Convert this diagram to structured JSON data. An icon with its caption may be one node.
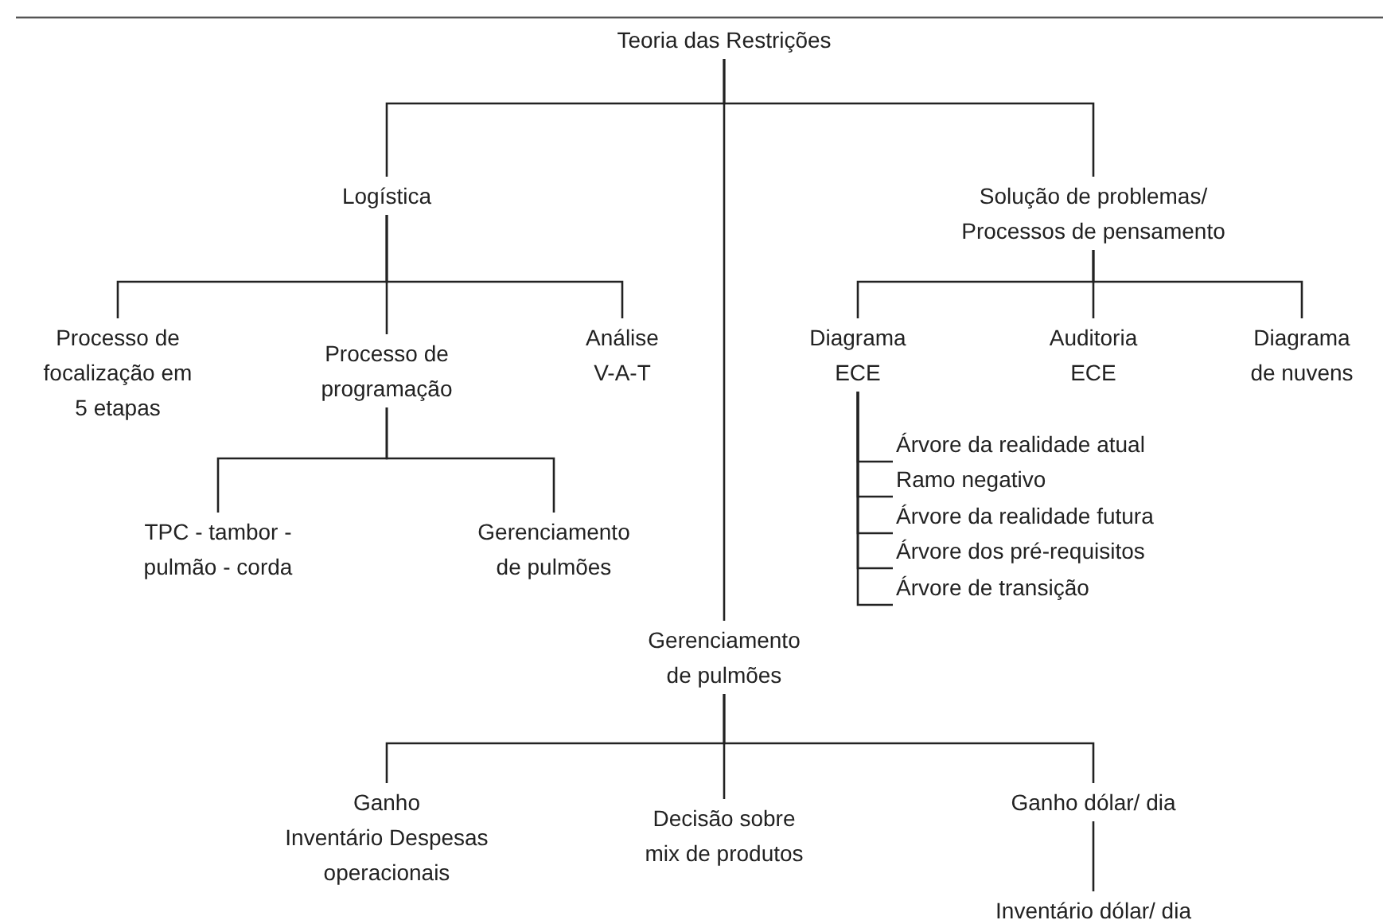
{
  "diagram": {
    "nodes": [
      {
        "text": [
          "Teoria das Restrições"
        ]
      },
      {
        "text": [
          "Logística"
        ]
      },
      {
        "text": [
          "Solução de problemas/ Processos de pensamento"
        ]
      },
      {
        "text": [
          "Processo de focalização em 5 etapas"
        ]
      },
      {
        "text": [
          "Processo de programação"
        ]
      },
      {
        "text": [
          "Análise V-A-T"
        ]
      },
      {
        "text": [
          "TPC - tambor - pulmão - corda"
        ]
      },
      {
        "text": [
          "Gerenciamento de pulmões"
        ]
      },
      {
        "text": [
          "Diagrama ECE"
        ]
      },
      {
        "text": [
          "Auditoria ECE"
        ]
      },
      {
        "text": [
          "Diagrama de nuvens"
        ]
      },
      {
        "text": [
          "Árvore da realidade atual"
        ]
      },
      {
        "text": [
          "Ramo negativo"
        ]
      },
      {
        "text": [
          "Árvore da realidade futura"
        ]
      },
      {
        "text": [
          "Árvore dos pré-requisitos"
        ]
      },
      {
        "text": [
          "Árvore de transição"
        ]
      },
      {
        "text": [
          "Gerenciamento de pulmões"
        ]
      },
      {
        "text": [
          "Ganho",
          "Inventário Despesas operacionais"
        ]
      },
      {
        "text": [
          "Decisão sobre mix de produtos"
        ]
      },
      {
        "text": [
          "Ganho dólar/ dia"
        ]
      },
      {
        "text": [
          "Inventário dólar/ dia"
        ]
      }
    ],
    "edges": [
      {
        "from": 0,
        "to": 1,
        "arrow": "none"
      },
      {
        "from": 0,
        "to": 2,
        "arrow": "none"
      },
      {
        "from": 0,
        "to": 16,
        "arrow": "none"
      },
      {
        "from": 1,
        "to": 3,
        "arrow": "none"
      },
      {
        "from": 1,
        "to": 4,
        "arrow": "none"
      },
      {
        "from": 1,
        "to": 5,
        "arrow": "none"
      },
      {
        "from": 4,
        "to": 6,
        "arrow": "none"
      },
      {
        "from": 4,
        "to": 7,
        "arrow": "none"
      },
      {
        "from": 2,
        "to": 8,
        "arrow": "none"
      },
      {
        "from": 2,
        "to": 9,
        "arrow": "none"
      },
      {
        "from": 2,
        "to": 10,
        "arrow": "none"
      },
      {
        "from": 8,
        "to": 11,
        "arrow": "none"
      },
      {
        "from": 8,
        "to": 12,
        "arrow": "none"
      },
      {
        "from": 8,
        "to": 13,
        "arrow": "none"
      },
      {
        "from": 8,
        "to": 14,
        "arrow": "none"
      },
      {
        "from": 8,
        "to": 15,
        "arrow": "none"
      },
      {
        "from": 16,
        "to": 17,
        "arrow": "none"
      },
      {
        "from": 16,
        "to": 18,
        "arrow": "none"
      },
      {
        "from": 16,
        "to": 19,
        "arrow": "none"
      },
      {
        "from": 19,
        "to": 20,
        "arrow": "none"
      }
    ]
  }
}
